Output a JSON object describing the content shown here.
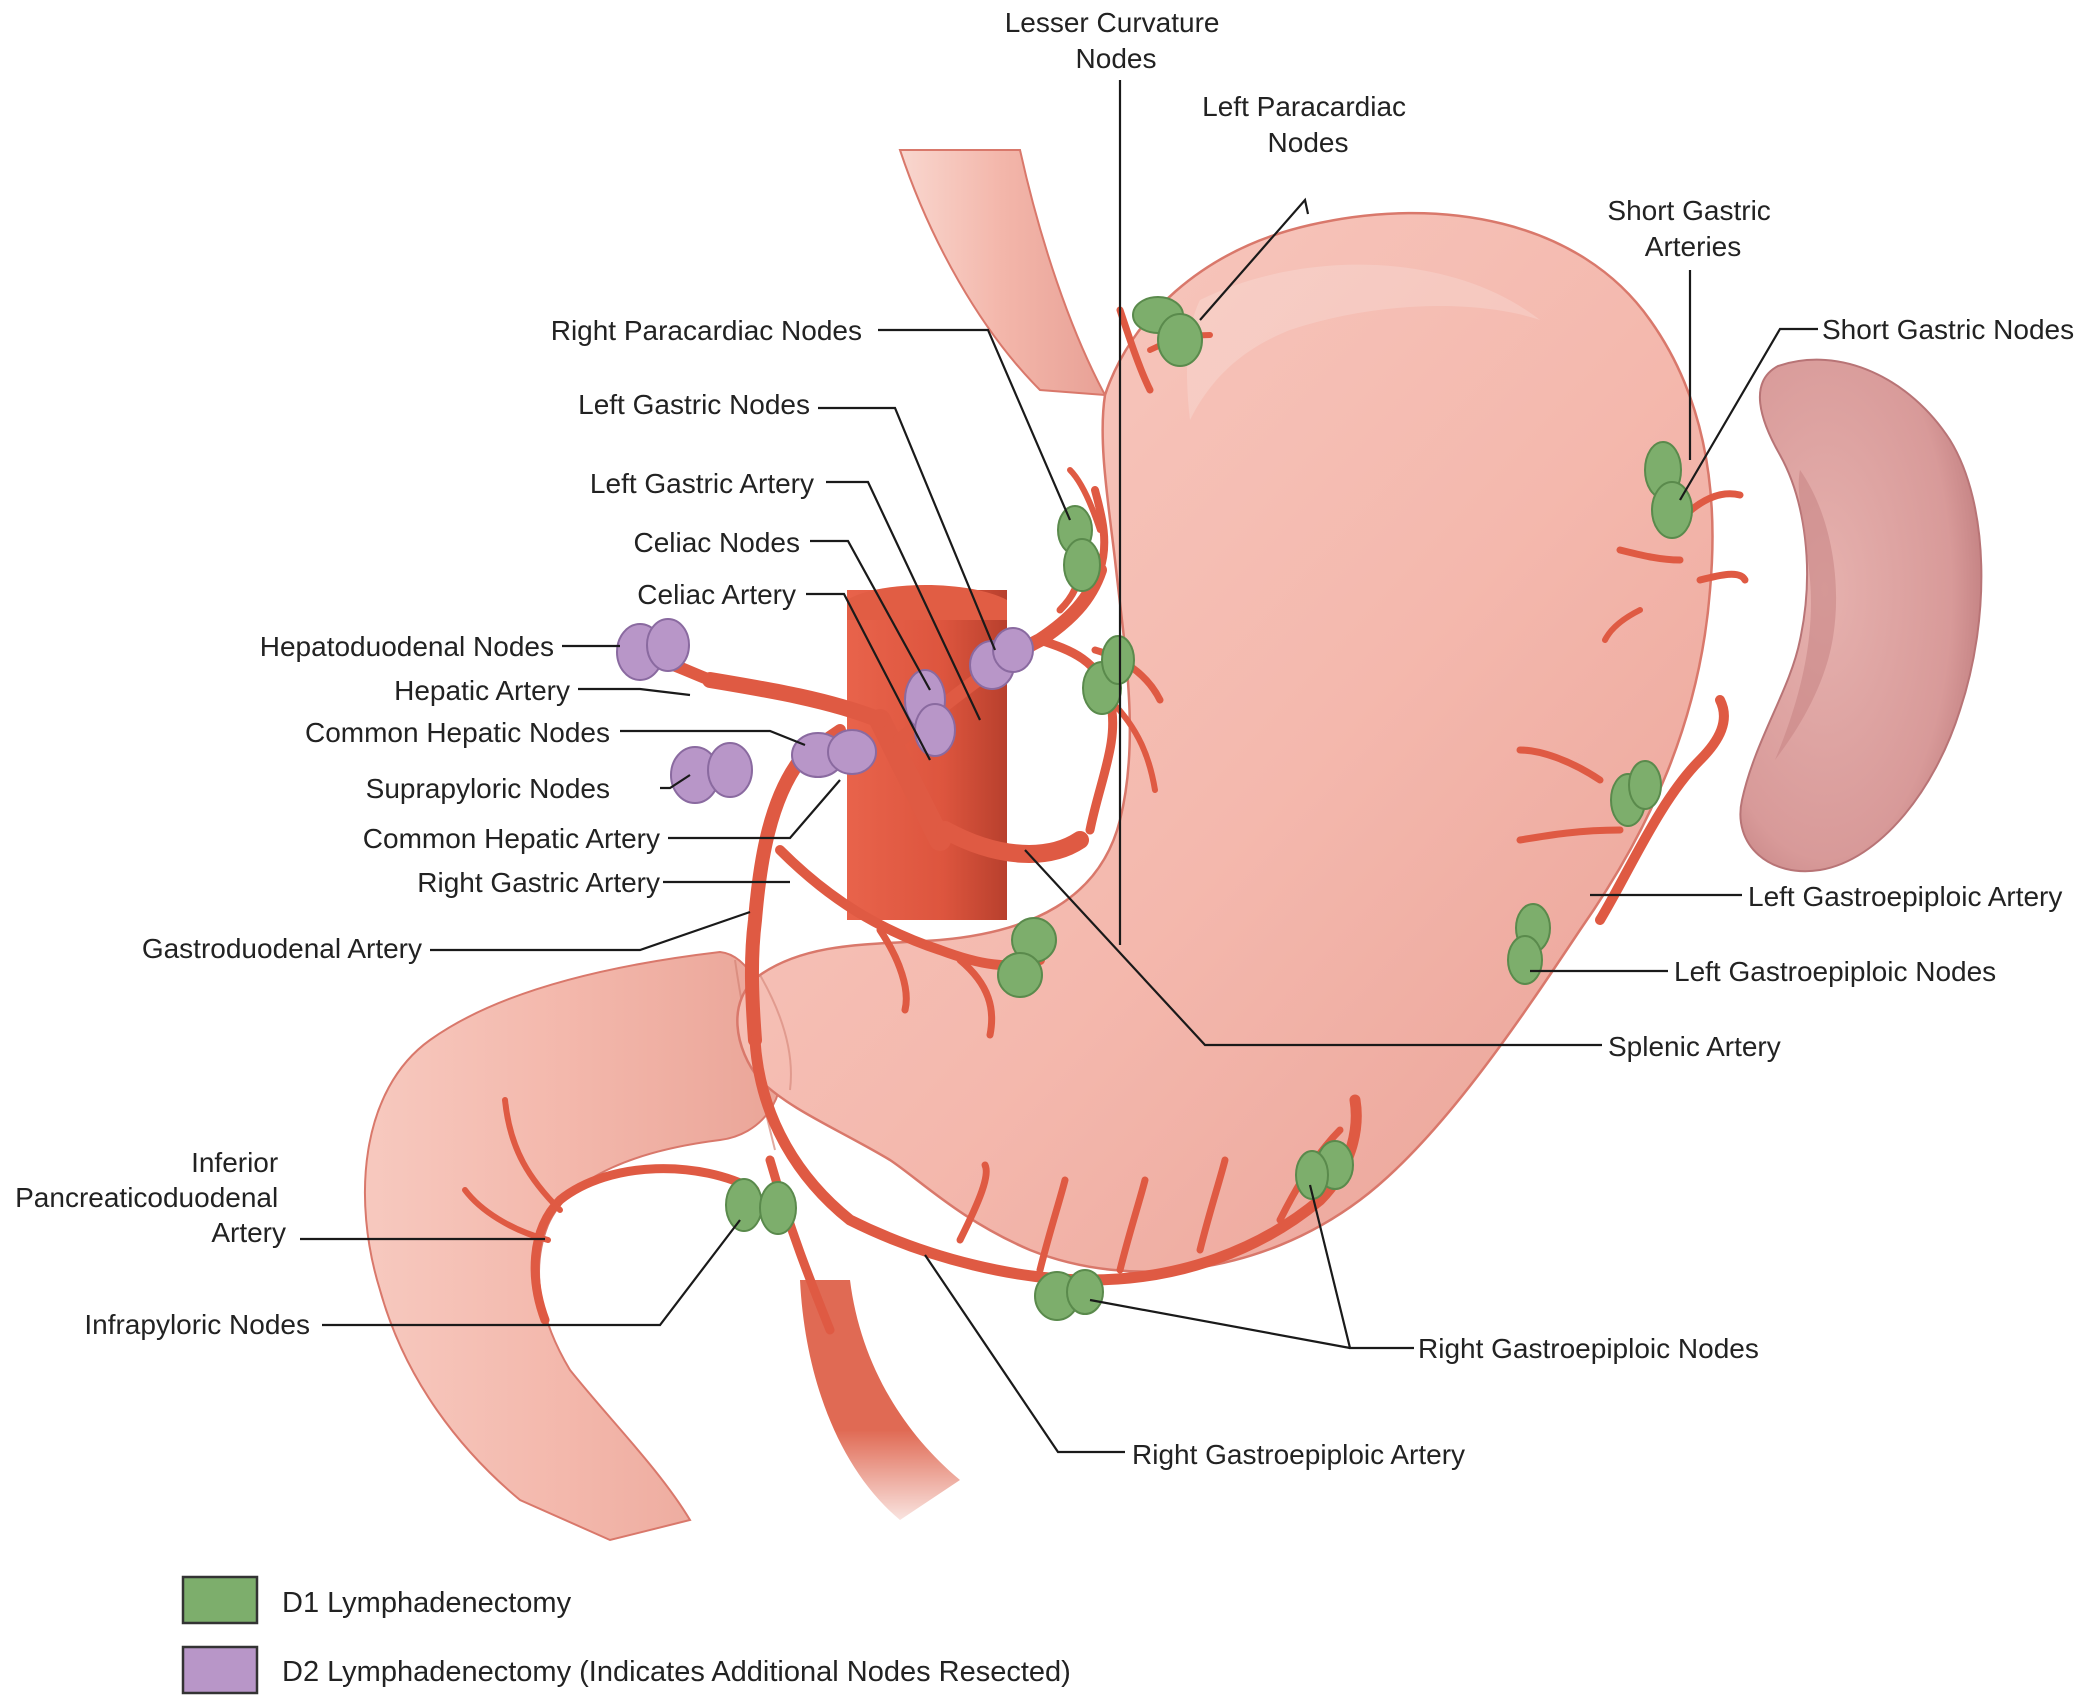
{
  "colors": {
    "background": "#ffffff",
    "stomach": "#f4b8ad",
    "stomach_shadow": "#e79b8f",
    "stomach_outline": "#d9786b",
    "spleen": "#d89a99",
    "spleen_shadow": "#b87476",
    "artery": "#df5a43",
    "artery_dark": "#b53b29",
    "d1_node": "#7dae6c",
    "d2_node": "#b896c8",
    "leader_line": "#1a1a1a",
    "text": "#222222"
  },
  "labels": {
    "lesser_curvature_nodes": [
      "Lesser Curvature",
      "Nodes"
    ],
    "left_paracardiac_nodes": [
      "Left Paracardiac",
      "Nodes"
    ],
    "short_gastric_arteries": [
      "Short Gastric",
      "Arteries"
    ],
    "short_gastric_nodes": "Short Gastric Nodes",
    "right_paracardiac_nodes": "Right Paracardiac Nodes",
    "left_gastric_nodes": "Left Gastric Nodes",
    "left_gastric_artery": "Left Gastric Artery",
    "celiac_nodes": "Celiac Nodes",
    "celiac_artery": "Celiac Artery",
    "hepatoduodenal_nodes": "Hepatoduodenal Nodes",
    "hepatic_artery": "Hepatic Artery",
    "common_hepatic_nodes": "Common Hepatic Nodes",
    "suprapyloric_nodes": "Suprapyloric Nodes",
    "common_hepatic_artery": "Common Hepatic Artery",
    "right_gastric_artery": "Right Gastric Artery",
    "gastroduodenal_artery": "Gastroduodenal Artery",
    "left_gastroepiploic_artery": "Left Gastroepiploic Artery",
    "left_gastroepiploic_nodes": "Left Gastroepiploic Nodes",
    "splenic_artery": "Splenic Artery",
    "inferior_pancreaticoduodenal_artery": [
      "Inferior",
      "Pancreaticoduodenal",
      "Artery"
    ],
    "infrapyloric_nodes": "Infrapyloric Nodes",
    "right_gastroepiploic_nodes": "Right Gastroepiploic Nodes",
    "right_gastroepiploic_artery": "Right Gastroepiploic Artery"
  },
  "legend": [
    {
      "label": "D1 Lymphadenectomy",
      "color": "#7dae6c"
    },
    {
      "label": "D2 Lymphadenectomy (Indicates Additional Nodes Resected)",
      "color": "#b896c8"
    }
  ]
}
